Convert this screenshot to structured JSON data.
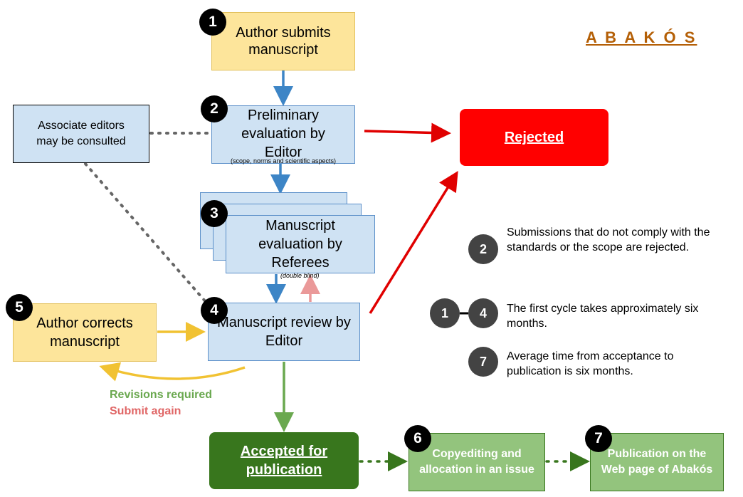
{
  "logo": "A B A K Ó S",
  "steps": {
    "s1": {
      "badge": "1",
      "text": "Author submits manuscript"
    },
    "s2": {
      "badge": "2",
      "text": "Preliminary evaluation by Editor",
      "note": "(scope, norms and scientific aspects)"
    },
    "s3": {
      "badge": "3",
      "text": "Manuscript evaluation by Referees",
      "note": "(double blind)"
    },
    "s4": {
      "badge": "4",
      "text": "Manuscript review by Editor"
    },
    "s5": {
      "badge": "5",
      "text": "Author corrects manuscript"
    },
    "s6": {
      "badge": "6",
      "text": "Copyediting and allocation in an issue"
    },
    "s7": {
      "badge": "7",
      "text": "Publication on the Web page of Abakós"
    }
  },
  "associate": "Associate editors may be consulted",
  "rejected": "Rejected",
  "accepted": "Accepted for publication",
  "revisions": {
    "line1": "Revisions required",
    "line2": "Submit again"
  },
  "legend": [
    {
      "badges": [
        "2"
      ],
      "text": "Submissions that do not comply with the standards or the scope are rejected."
    },
    {
      "badges": [
        "1",
        "4"
      ],
      "text": "The first cycle takes approximately six months."
    },
    {
      "badges": [
        "7"
      ],
      "text": "Average time from acceptance to publication is six months."
    }
  ],
  "colors": {
    "yellow": "#fde59b",
    "blue": "#cfe2f3",
    "rejected": "#ff0000",
    "accepted": "#38761d",
    "light_green": "#93c47d",
    "arrow_blue": "#3d85c6",
    "arrow_red": "#e00000",
    "arrow_yellow": "#f1c232",
    "arrow_green": "#6aa84f",
    "arrow_pink": "#ea9999",
    "revisions_green": "#6aa84f",
    "submit_red": "#e06666",
    "logo": "#b45f06"
  }
}
